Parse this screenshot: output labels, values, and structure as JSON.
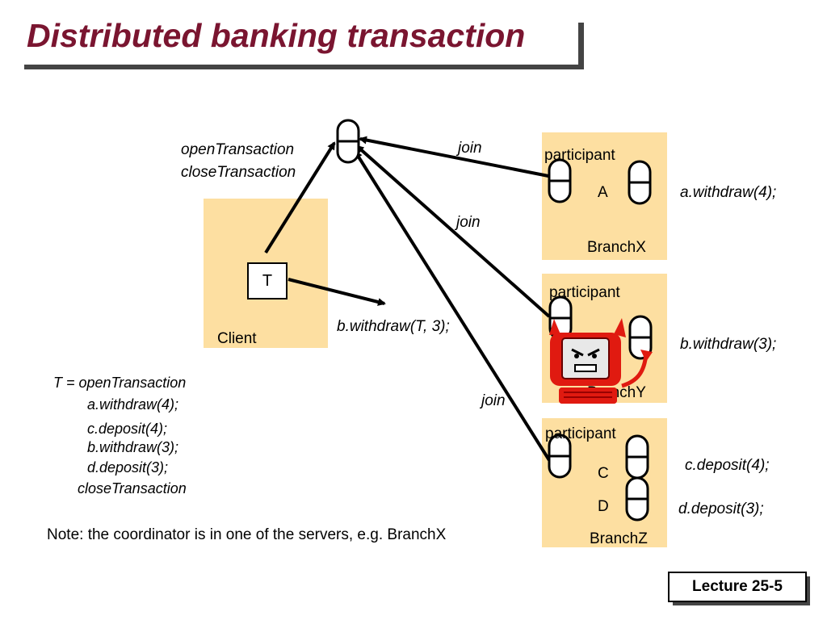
{
  "title": "Distributed banking transaction",
  "client": {
    "label": "Client",
    "transaction_label": "T"
  },
  "coordinator_ops": [
    "openTransaction",
    "closeTransaction"
  ],
  "client_call": "b.withdraw(T, 3);",
  "join_labels": [
    "join",
    "join",
    "join"
  ],
  "branches": [
    {
      "name": "BranchX",
      "participant_label": "participant",
      "account_label": "A",
      "operation": "a.withdraw(4);"
    },
    {
      "name": "BranchY",
      "participant_label": "participant",
      "operation": "b.withdraw(3);"
    },
    {
      "name": "BranchZ",
      "participant_label": "participant",
      "account_labels": [
        "C",
        "D"
      ],
      "operations": [
        "c.deposit(4);",
        "d.deposit(3);"
      ]
    }
  ],
  "code_lines": [
    "T = openTransaction",
    "a.withdraw(4);",
    "c.deposit(4);",
    "b.withdraw(3);",
    "d.deposit(3);",
    "closeTransaction"
  ],
  "note": "Note: the coordinator is in one of the servers, e.g. BranchX",
  "footer": "Lecture 25-5",
  "colors": {
    "title": "#7a1530",
    "box_fill": "#fddfa1",
    "devil": "#e01a10"
  }
}
